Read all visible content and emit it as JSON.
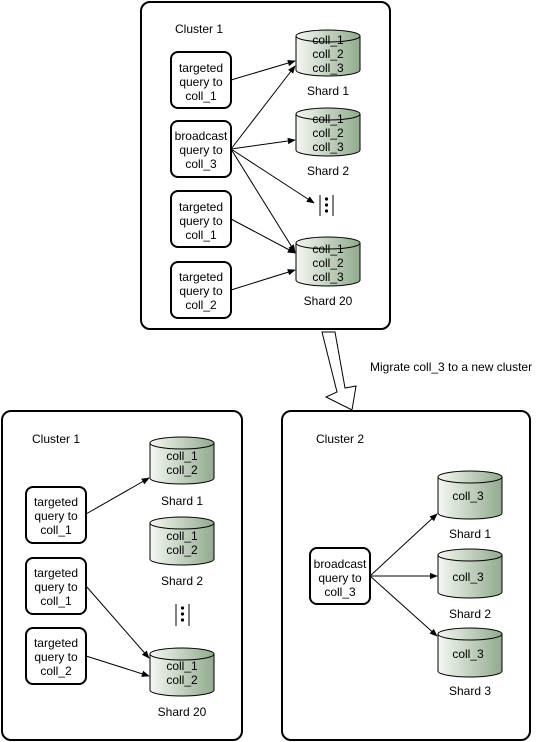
{
  "top": {
    "cluster_label": "Cluster 1",
    "queries": [
      [
        "targeted",
        "query to",
        "coll_1"
      ],
      [
        "broadcast",
        "query to",
        "coll_3"
      ],
      [
        "targeted",
        "query to",
        "coll_1"
      ],
      [
        "targeted",
        "query to",
        "coll_2"
      ]
    ],
    "shards": [
      {
        "collections": [
          "coll_1",
          "coll_2",
          "coll_3"
        ],
        "label": "Shard 1"
      },
      {
        "collections": [
          "coll_1",
          "coll_2",
          "coll_3"
        ],
        "label": "Shard 2"
      },
      {
        "collections": [
          "coll_1",
          "coll_2",
          "coll_3"
        ],
        "label": "Shard 20"
      }
    ]
  },
  "migrate_label": "Migrate coll_3 to a new cluster",
  "bottom_left": {
    "cluster_label": "Cluster 1",
    "queries": [
      [
        "targeted",
        "query to",
        "coll_1"
      ],
      [
        "targeted",
        "query to",
        "coll_1"
      ],
      [
        "targeted",
        "query to",
        "coll_2"
      ]
    ],
    "shards": [
      {
        "collections": [
          "coll_1",
          "coll_2"
        ],
        "label": "Shard 1"
      },
      {
        "collections": [
          "coll_1",
          "coll_2"
        ],
        "label": "Shard 2"
      },
      {
        "collections": [
          "coll_1",
          "coll_2"
        ],
        "label": "Shard 20"
      }
    ]
  },
  "bottom_right": {
    "cluster_label": "Cluster 2",
    "queries": [
      [
        "broadcast",
        "query to",
        "coll_3"
      ]
    ],
    "shards": [
      {
        "collections": [
          "coll_3"
        ],
        "label": "Shard 1"
      },
      {
        "collections": [
          "coll_3"
        ],
        "label": "Shard 2"
      },
      {
        "collections": [
          "coll_3"
        ],
        "label": "Shard 3"
      }
    ]
  },
  "colors": {
    "cylinder_light": "#f4f7f2",
    "cylinder_dark": "#92ab8e",
    "stroke": "#000000"
  }
}
